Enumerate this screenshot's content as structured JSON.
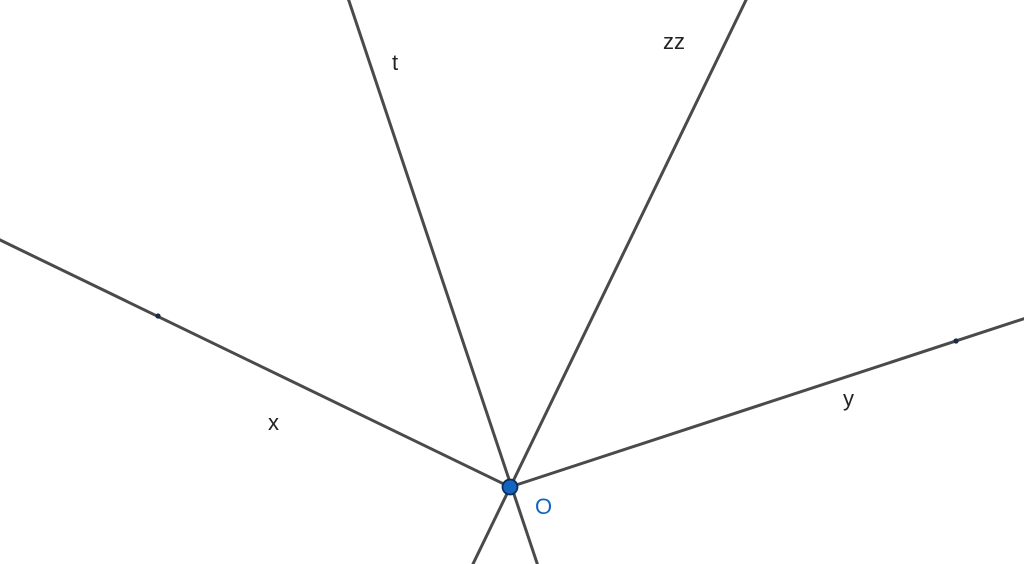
{
  "labels": {
    "t": "t",
    "zz": "zz",
    "x": "x",
    "y": "y",
    "origin": "O"
  },
  "colors": {
    "line": "#4a4a4a",
    "point_fill": "#1565c0",
    "point_stroke": "#0d2e5c",
    "origin_label": "#1565c0",
    "small_dot": "#1a2a44"
  }
}
